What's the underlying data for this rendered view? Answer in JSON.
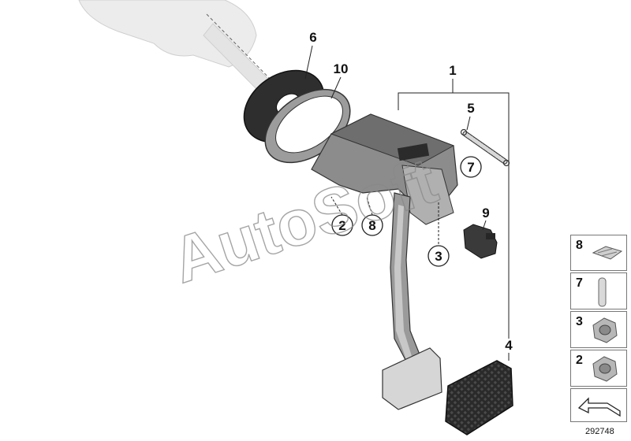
{
  "diagram": {
    "callouts": {
      "c1": "1",
      "c2": "2",
      "c3": "3",
      "c4": "4",
      "c5": "5",
      "c6": "6",
      "c7": "7",
      "c8": "8",
      "c9": "9",
      "c10": "10"
    },
    "watermark": "AutoSoft",
    "diagram_id": "292748"
  },
  "side_panel": [
    {
      "number": "8",
      "part": "clip"
    },
    {
      "number": "7",
      "part": "pin"
    },
    {
      "number": "3",
      "part": "hex-nut"
    },
    {
      "number": "2",
      "part": "hex-nut"
    },
    {
      "number": "",
      "part": "arrow-icon"
    }
  ],
  "colors": {
    "part_gray": "#bdbdbd",
    "dark_gray": "#3a3a3a",
    "outline": "#555555"
  }
}
